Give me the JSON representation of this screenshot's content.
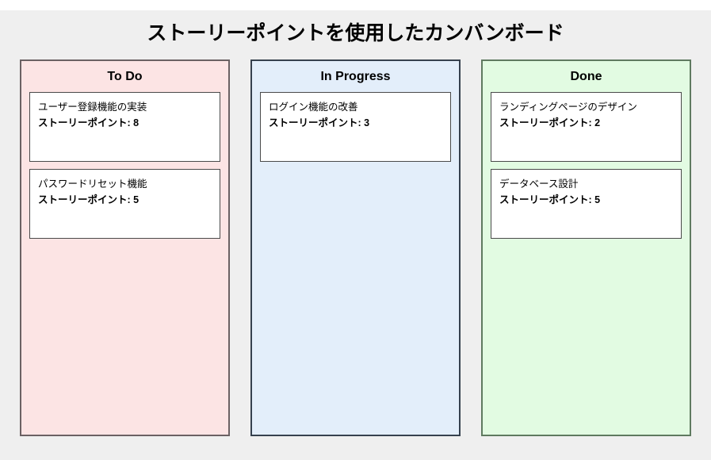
{
  "board": {
    "title": "ストーリーポイントを使用したカンバンボード",
    "background_color": "#efefef",
    "columns": [
      {
        "id": "todo",
        "header": "To Do",
        "background_color": "#fce4e4",
        "border_color": "#6b6163",
        "cards": [
          {
            "title": "ユーザー登録機能の実装",
            "points_label": "ストーリーポイント: 8",
            "points": 8
          },
          {
            "title": "パスワードリセット機能",
            "points_label": "ストーリーポイント: 5",
            "points": 5
          }
        ]
      },
      {
        "id": "inprogress",
        "header": "In Progress",
        "background_color": "#e3eefa",
        "border_color": "#36414e",
        "cards": [
          {
            "title": "ログイン機能の改善",
            "points_label": "ストーリーポイント: 3",
            "points": 3
          }
        ]
      },
      {
        "id": "done",
        "header": "Done",
        "background_color": "#e2fbe2",
        "border_color": "#5f7a60",
        "cards": [
          {
            "title": "ランディングページのデザイン",
            "points_label": "ストーリーポイント: 2",
            "points": 2
          },
          {
            "title": "データベース設計",
            "points_label": "ストーリーポイント: 5",
            "points": 5
          }
        ]
      }
    ]
  }
}
